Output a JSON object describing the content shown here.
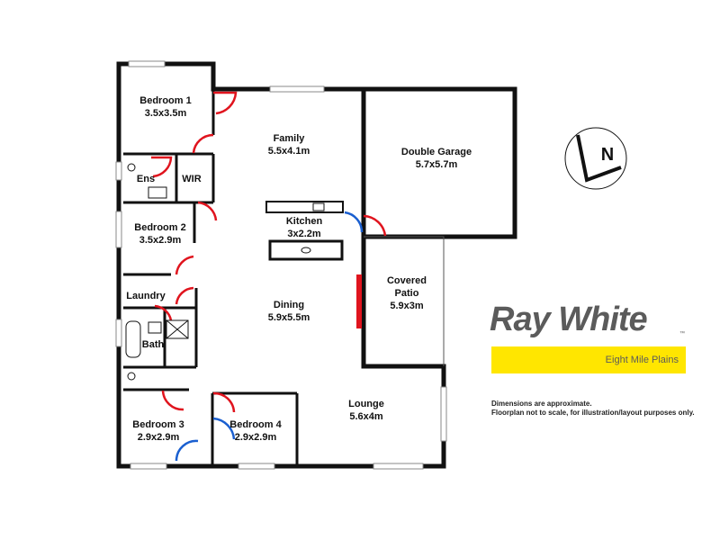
{
  "rooms": {
    "bedroom1": {
      "name": "Bedroom 1",
      "size": "3.5x3.5m"
    },
    "family": {
      "name": "Family",
      "size": "5.5x4.1m"
    },
    "garage": {
      "name": "Double Garage",
      "size": "5.7x5.7m"
    },
    "ensuite": {
      "name": "Ens"
    },
    "wir": {
      "name": "WIR"
    },
    "bedroom2": {
      "name": "Bedroom 2",
      "size": "3.5x2.9m"
    },
    "kitchen": {
      "name": "Kitchen",
      "size": "3x2.2m"
    },
    "laundry": {
      "name": "Laundry"
    },
    "dining": {
      "name": "Dining",
      "size": "5.9x5.5m"
    },
    "patio": {
      "name1": "Covered",
      "name2": "Patio",
      "size": "5.9x3m"
    },
    "bath": {
      "name": "Bath"
    },
    "lounge": {
      "name": "Lounge",
      "size": "5.6x4m"
    },
    "bedroom3": {
      "name": "Bedroom 3",
      "size": "2.9x2.9m"
    },
    "bedroom4": {
      "name": "Bedroom 4",
      "size": "2.9x2.9m"
    }
  },
  "compass": {
    "letter": "N"
  },
  "brand": {
    "name": "Ray White",
    "office": "Eight Mile Plains"
  },
  "disclaimer": {
    "line1": "Dimensions are approximate.",
    "line2": "Floorplan not to scale, for illustration/layout purposes only."
  },
  "colors": {
    "wall": "#111111",
    "door_red": "#e0141e",
    "door_blue": "#1a5fd0",
    "accent": "#ffe600"
  }
}
